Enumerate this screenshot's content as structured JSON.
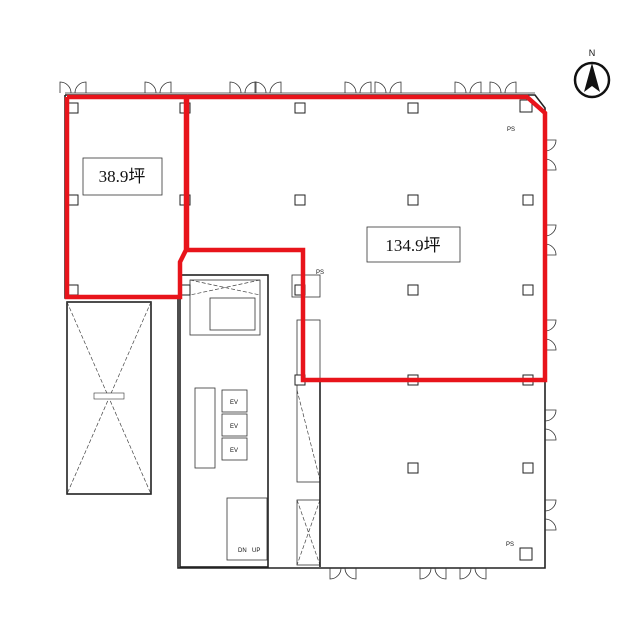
{
  "compass": {
    "label": "N"
  },
  "tenants": [
    {
      "area_label": "38.9坪"
    },
    {
      "area_label": "134.9坪"
    }
  ],
  "core": {
    "elevators": [
      "EV",
      "EV",
      "EV"
    ],
    "stairs_labels": [
      "DN",
      "UP"
    ],
    "shaft_labels": [
      "PS",
      "PS",
      "PS"
    ]
  },
  "colors": {
    "highlight": "#e8141b",
    "lines": "#222222"
  }
}
